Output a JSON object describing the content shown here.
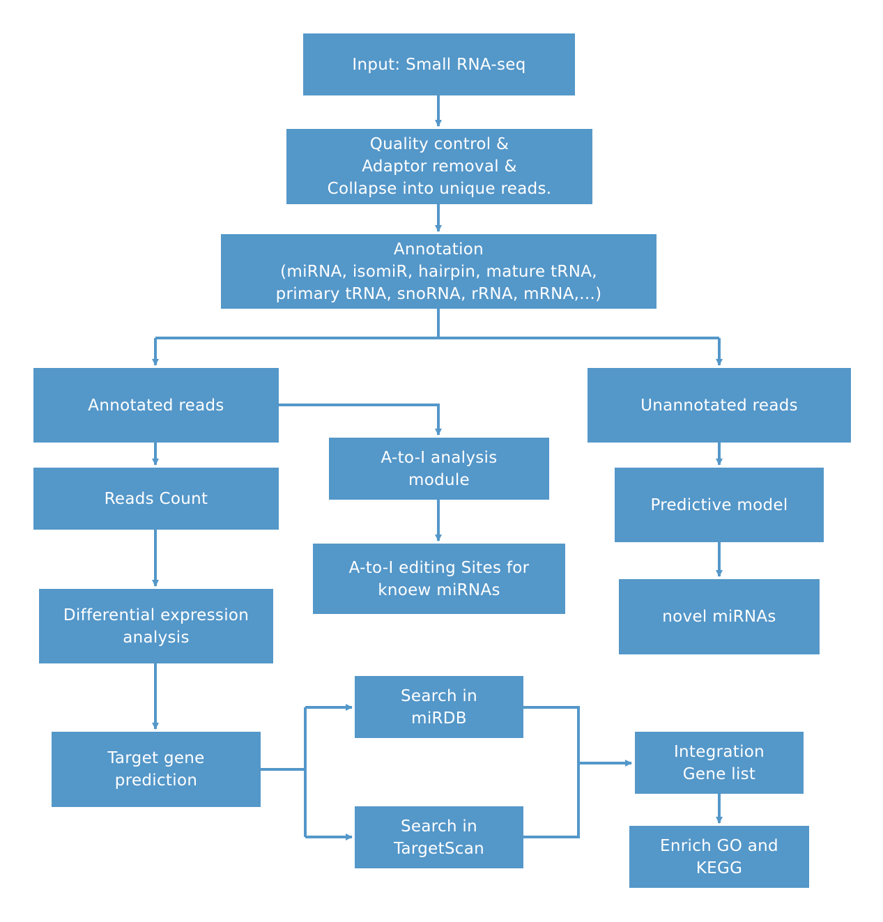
{
  "colors": {
    "box_fill": "#5497c9",
    "box_text": "#ffffff",
    "connector": "#5497c9",
    "background": "#ffffff"
  },
  "nodes": {
    "input": {
      "lines": [
        "Input: Small RNA-seq"
      ]
    },
    "qc": {
      "lines": [
        "Quality control &",
        "Adaptor removal &",
        "Collapse into unique reads."
      ]
    },
    "annotation": {
      "lines": [
        "Annotation",
        "(miRNA, isomiR, hairpin, mature tRNA,",
        "primary tRNA, snoRNA, rRNA, mRNA,...)"
      ]
    },
    "annotated": {
      "lines": [
        "Annotated reads"
      ]
    },
    "unannotated": {
      "lines": [
        "Unannotated reads"
      ]
    },
    "reads_count": {
      "lines": [
        "Reads Count"
      ]
    },
    "atoi_module": {
      "lines": [
        "A-to-I analysis",
        "module"
      ]
    },
    "atoi_sites": {
      "lines": [
        "A-to-I editing Sites for",
        "knoew miRNAs"
      ]
    },
    "predictive": {
      "lines": [
        "Predictive model"
      ]
    },
    "novel": {
      "lines": [
        "novel miRNAs"
      ]
    },
    "diff_expr": {
      "lines": [
        "Differential expression",
        "analysis"
      ]
    },
    "target": {
      "lines": [
        "Target gene",
        "prediction"
      ]
    },
    "mirdb": {
      "lines": [
        "Search in",
        "miRDB"
      ]
    },
    "targetscan": {
      "lines": [
        "Search in",
        "TargetScan"
      ]
    },
    "integration": {
      "lines": [
        "Integration",
        "Gene list"
      ]
    },
    "enrich": {
      "lines": [
        "Enrich GO and",
        "KEGG"
      ]
    }
  }
}
